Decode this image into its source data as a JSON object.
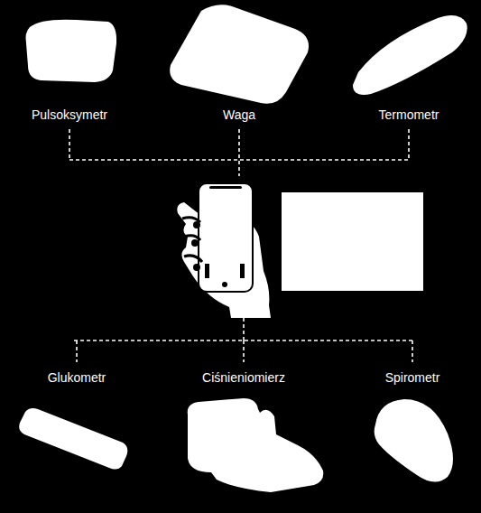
{
  "diagram": {
    "nodes": [
      {
        "text": [
          "Pulsoksymetr"
        ]
      },
      {
        "text": [
          "Waga"
        ]
      },
      {
        "text": [
          "Termometr"
        ]
      },
      {
        "text": [
          "Glukometr"
        ]
      },
      {
        "text": [
          "Ciśnieniomierz"
        ]
      },
      {
        "text": [
          "Spirometr"
        ]
      }
    ]
  }
}
